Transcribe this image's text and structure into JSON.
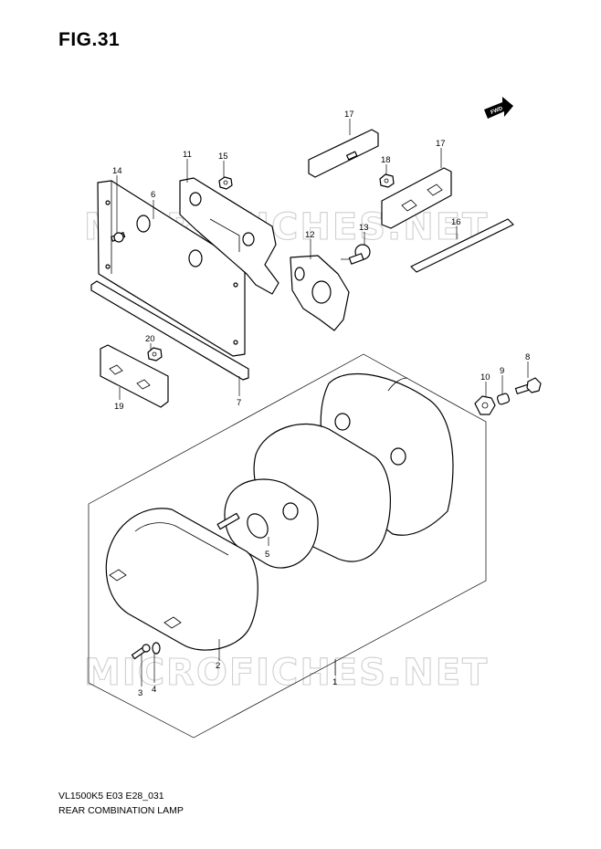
{
  "figure": {
    "title": "FIG.31",
    "model_code": "VL1500K5 E03 E28_031",
    "name": "REAR COMBINATION LAMP"
  },
  "watermark": "MICROFICHES.NET",
  "fwd_arrow_label": "FWD",
  "callouts": [
    "1",
    "2",
    "3",
    "4",
    "5",
    "6",
    "7",
    "8",
    "9",
    "10",
    "11",
    "12",
    "13",
    "14",
    "15",
    "16",
    "17",
    "17",
    "18",
    "19",
    "20"
  ],
  "colors": {
    "line": "#000000",
    "watermark": "#cfcfcf",
    "background": "#ffffff"
  }
}
